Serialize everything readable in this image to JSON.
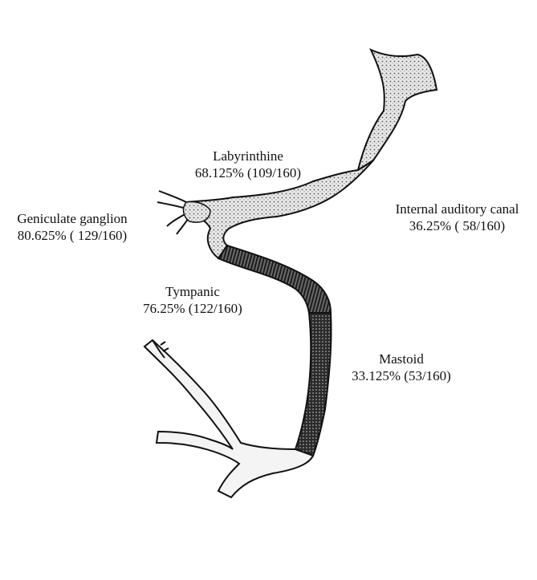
{
  "segments": [
    {
      "id": "labyrinthine",
      "name": "Labyrinthine",
      "value": "68.125% (109/160)"
    },
    {
      "id": "geniculate",
      "name": "Geniculate ganglion",
      "value": "80.625% ( 129/160)"
    },
    {
      "id": "iac",
      "name": "Internal auditory canal",
      "value": "36.25% ( 58/160)"
    },
    {
      "id": "tympanic",
      "name": "Tympanic",
      "value": "76.25% (122/160)"
    },
    {
      "id": "mastoid",
      "name": "Mastoid",
      "value": "33.125% (53/160)"
    }
  ],
  "colors": {
    "outline": "#111111",
    "fill_light": "#e6e6e6",
    "fill_dark": "#3a3a3a",
    "branch_fill": "#f4f4f4"
  }
}
